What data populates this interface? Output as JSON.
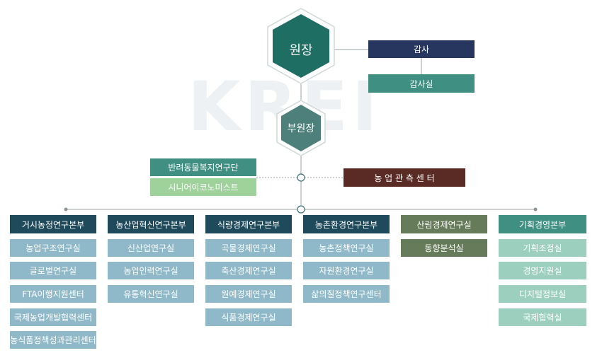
{
  "watermark": "KREI",
  "colors": {
    "hex_dark": "#1e6e64",
    "hex_mid": "#4d7f7b",
    "navy": "#26365e",
    "teal": "#3f8f83",
    "teal_light": "#9dcfbf",
    "green_light": "#9fd19b",
    "maroon": "#5a2a24",
    "dark_navy": "#1f4a5b",
    "blue_light": "#8fb8c8",
    "olive": "#667b59"
  },
  "top": {
    "director": "원장",
    "audit": "감사",
    "audit_office": "감사실",
    "vice_director": "부원장"
  },
  "side_units": {
    "pet_welfare": "반려동물복지연구단",
    "senior_economist": "시니어이코노미스트",
    "observation_center": "농 업 관 측 센 터"
  },
  "divisions": [
    {
      "title": "거시농정연구본부",
      "items": [
        "농업구조연구실",
        "글로벌연구실",
        "FTA이행지원센터",
        "국제농업개발협력센터",
        "농식품정책성과관리센터"
      ]
    },
    {
      "title": "농산업혁신연구본부",
      "items": [
        "신산업연구실",
        "농업인력연구실",
        "유통혁신연구실"
      ]
    },
    {
      "title": "식량경제연구본부",
      "items": [
        "곡물경제연구실",
        "축산경제연구실",
        "원예경제연구실",
        "식품경제연구실"
      ]
    },
    {
      "title": "농촌환경연구본부",
      "items": [
        "농촌정책연구실",
        "자원환경연구실",
        "삶의질정책연구센터"
      ]
    },
    {
      "title": "산림경제연구실",
      "items": [
        "동향분석실"
      ]
    },
    {
      "title": "기획경영본부",
      "items": [
        "기획조정실",
        "경영지원실",
        "디지털정보실",
        "국제협력실"
      ]
    }
  ]
}
